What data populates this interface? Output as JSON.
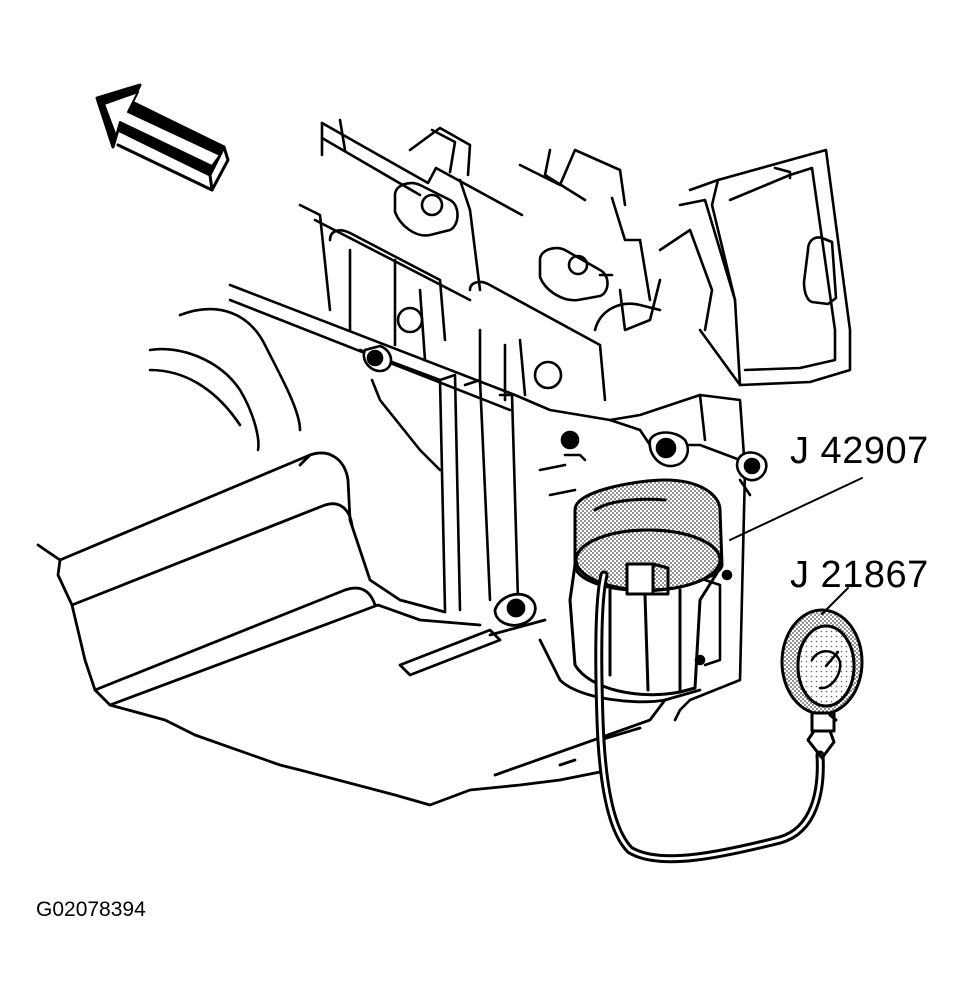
{
  "callouts": {
    "tester": "J 42907",
    "gauge": "J 21867"
  },
  "figure_id": "G02078394",
  "colors": {
    "line": "#000000",
    "background": "#ffffff",
    "stipple": "#555555"
  },
  "icons": {
    "front": "arrow-icon"
  }
}
